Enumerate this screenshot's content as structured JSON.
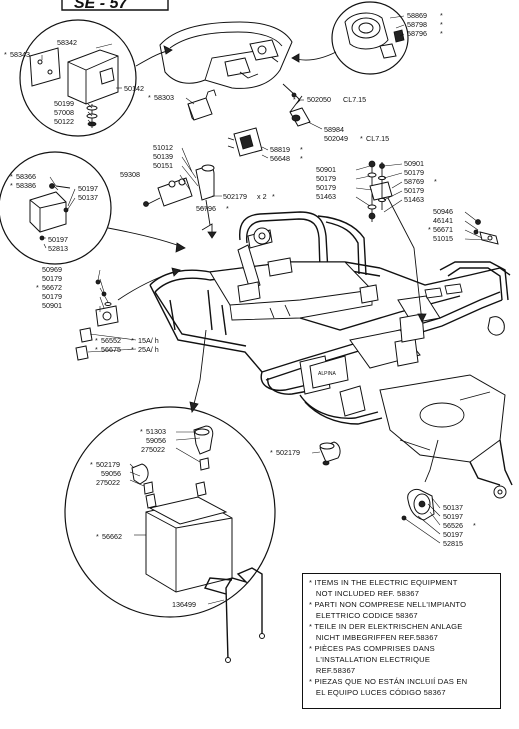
{
  "header": {
    "page_code": "SE - 57"
  },
  "labels": {
    "l58342": "58342",
    "l58343": "58343",
    "l50142": "50142",
    "l50199": "50199",
    "l57008": "57008",
    "l50122": "50122",
    "l58869": "58869",
    "l58798": "58798",
    "l58796": "58796",
    "l58303": "58303",
    "l502050": "502050",
    "cl715a": "CL7.15",
    "l58984": "58984",
    "l502049": "502049",
    "cl715b": "CL7.15",
    "l58819": "58819",
    "l56648": "56648",
    "l51012": "51012",
    "l50139": "50139",
    "l50151": "50151",
    "l59308": "59308",
    "l502179a": "502179",
    "x2": "x 2",
    "l56796": "56796",
    "l58366": "58366",
    "l58386": "58386",
    "l50197a": "50197",
    "l50137a": "50137",
    "l50197b": "50197",
    "l52813": "52813",
    "l50901a": "50901",
    "l50179a": "50179",
    "l50179b": "50179",
    "l51463a": "51463",
    "l50901b": "50901",
    "l50179c": "50179",
    "l58769": "58769",
    "l50179d": "50179",
    "l51463b": "51463",
    "l50946": "50946",
    "l46141": "46141",
    "l56671": "56671",
    "l51015": "51015",
    "l50969": "50969",
    "l50179e": "50179",
    "l56672": "56672",
    "l50179f": "50179",
    "l50901c": "50901",
    "l56552": "56552",
    "a15": "15A/ h",
    "l56675": "56675",
    "a25": "25A/ h",
    "l51303": "51303",
    "l59056a": "59056",
    "l275022a": "275022",
    "l502179b": "502179",
    "l59056b": "59056",
    "l275022b": "275022",
    "l502179c": "502179",
    "l56662": "56662",
    "l136499": "136499",
    "l50137b": "50137",
    "l50197c": "50197",
    "l56526": "56526",
    "l50197d": "50197",
    "l52815": "52815",
    "star": "*"
  },
  "notes": [
    "* ITEMS IN THE ELECTRIC EQUIPMENT",
    "   NOT INCLUDED REF. 58367",
    "* PARTI NON COMPRESE NELL'IMPIANTO",
    "   ELETTRICO CODICE 58367",
    "* TEILE IN DER ELEKTRISCHEN ANLAGE",
    "   NICHT IMBEGRIFFEN REF.58367",
    "* PIÈCES PAS COMPRISES DANS",
    "   L'INSTALLATION ELECTRIQUE",
    "   REF.58367",
    "* PIEZAS QUE NO ESTÁN INCLUIÍ DAS EN",
    "   EL EQUIPO LUCES CÓDIGO 58367"
  ]
}
